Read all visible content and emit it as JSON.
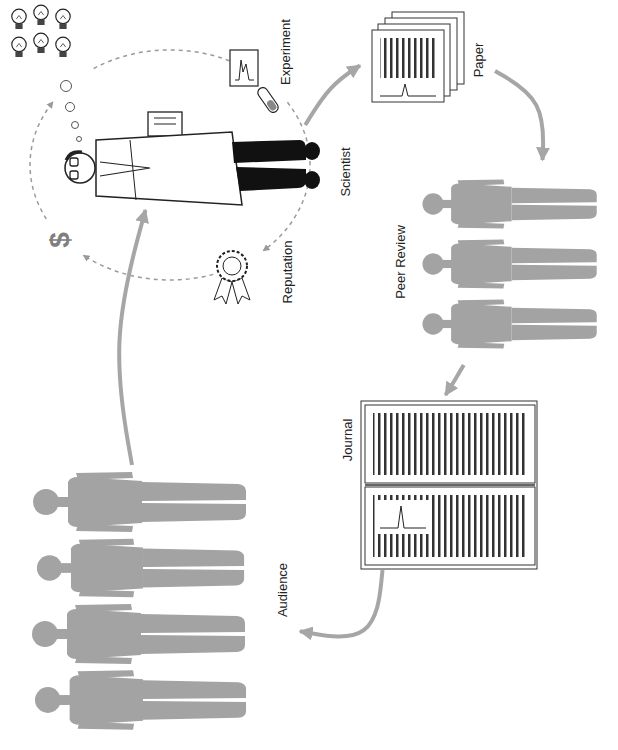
{
  "diagram": {
    "nodes": [
      {
        "text": [
          "Scientist"
        ]
      },
      {
        "text": [
          "Paper"
        ]
      },
      {
        "text": [
          "Peer Review"
        ]
      },
      {
        "text": [
          "Journal"
        ]
      },
      {
        "text": [
          "Audience"
        ]
      }
    ],
    "edges": [
      {
        "from": 0,
        "to": 1,
        "arrow": "to"
      },
      {
        "from": 1,
        "to": 2,
        "arrow": "to"
      },
      {
        "from": 2,
        "to": 3,
        "arrow": "to"
      },
      {
        "from": 3,
        "to": 4,
        "arrow": "to"
      },
      {
        "from": 4,
        "to": 0,
        "arrow": "to"
      }
    ],
    "labels": [
      "Experiment",
      "Reputation",
      "$"
    ]
  }
}
